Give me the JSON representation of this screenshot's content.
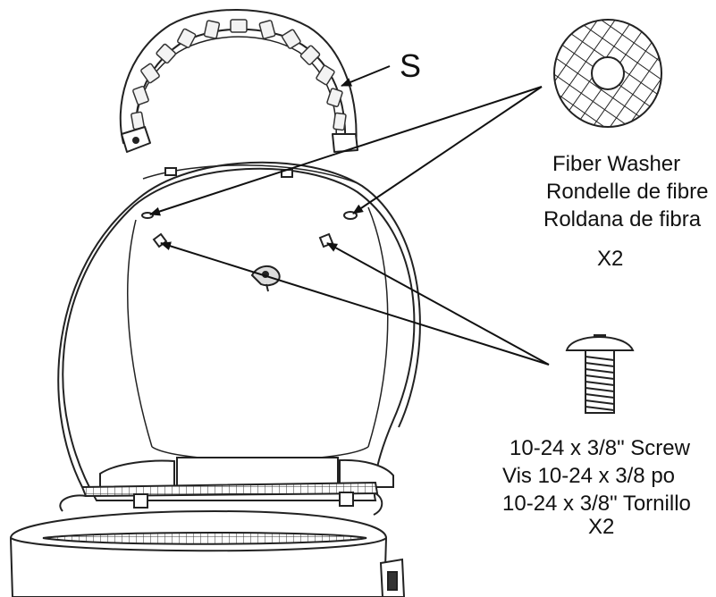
{
  "diagram": {
    "part_label": "S",
    "washer": {
      "name_en": "Fiber Washer",
      "name_fr": "Rondelle de fibre",
      "name_es": "Roldana de fibra",
      "quantity": "X2"
    },
    "screw": {
      "name_en": "10-24 x 3/8\" Screw",
      "name_fr": "Vis 10-24 x 3/8 po",
      "name_es": "10-24 x 3/8\" Tornillo",
      "quantity": "X2"
    }
  },
  "colors": {
    "line": "#222222",
    "background": "#ffffff"
  }
}
